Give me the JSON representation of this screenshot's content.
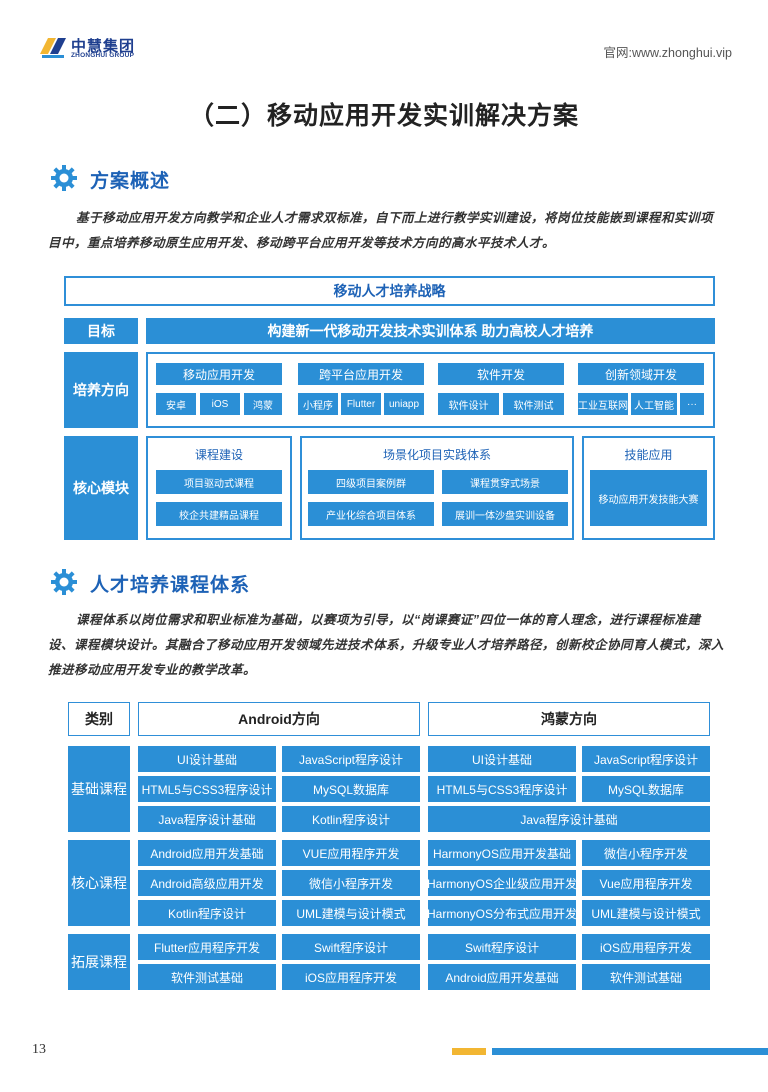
{
  "header": {
    "logo_cn": "中慧集团",
    "logo_en": "ZHONGHUI GROUP",
    "site": "官网:www.zhonghui.vip"
  },
  "title": "（二）移动应用开发实训解决方案",
  "section1": {
    "heading": "方案概述",
    "paragraph": "基于移动应用开发方向教学和企业人才需求双标准，自下而上进行教学实训建设，将岗位技能嵌到课程和实训项目中，重点培养移动原生应用开发、移动跨平台应用开发等技术方向的高水平技术人才。"
  },
  "strategy": {
    "title": "移动人才培养战略",
    "goal_label": "目标",
    "goal_text": "构建新一代移动开发技术实训体系 助力高校人才培养",
    "direction_label": "培养方向",
    "directions": [
      {
        "name": "移动应用开发",
        "items": [
          "安卓",
          "iOS",
          "鸿蒙"
        ]
      },
      {
        "name": "跨平台应用开发",
        "items": [
          "小程序",
          "Flutter",
          "uniapp"
        ]
      },
      {
        "name": "软件开发",
        "items": [
          "软件设计",
          "软件测试"
        ]
      },
      {
        "name": "创新领域开发",
        "items": [
          "工业互联网",
          "人工智能",
          "···"
        ]
      }
    ],
    "core_label": "核心模块",
    "modules": {
      "course": {
        "name": "课程建设",
        "items": [
          "项目驱动式课程",
          "校企共建精品课程"
        ]
      },
      "scene": {
        "name": "场景化项目实践体系",
        "items": [
          "四级项目案例群",
          "课程贯穿式场景",
          "产业化综合项目体系",
          "展训一体沙盘实训设备"
        ]
      },
      "skill": {
        "name": "技能应用",
        "items": [
          "移动应用开发技能大赛"
        ]
      }
    }
  },
  "section2": {
    "heading": "人才培养课程体系",
    "paragraph": "课程体系以岗位需求和职业标准为基础，以赛项为引导，以“岗课赛证”四位一体的育人理念，进行课程标准建设、课程模块设计。其融合了移动应用开发领域先进技术体系，升级专业人才培养路径，创新校企协同育人模式，深入推进移动应用开发专业的教学改革。"
  },
  "curriculum": {
    "head_category": "类别",
    "head_android": "Android方向",
    "head_harmony": "鸿蒙方向",
    "rows": [
      {
        "label": "基础课程",
        "android": [
          [
            "UI设计基础",
            "JavaScript程序设计"
          ],
          [
            "HTML5与CSS3程序设计",
            "MySQL数据库"
          ],
          [
            "Java程序设计基础",
            "Kotlin程序设计"
          ]
        ],
        "harmony": [
          [
            "UI设计基础",
            "JavaScript程序设计"
          ],
          [
            "HTML5与CSS3程序设计",
            "MySQL数据库"
          ],
          [
            "Java程序设计基础"
          ]
        ]
      },
      {
        "label": "核心课程",
        "android": [
          [
            "Android应用开发基础",
            "VUE应用程序开发"
          ],
          [
            "Android高级应用开发",
            "微信小程序开发"
          ],
          [
            "Kotlin程序设计",
            "UML建模与设计模式"
          ]
        ],
        "harmony": [
          [
            "HarmonyOS应用开发基础",
            "微信小程序开发"
          ],
          [
            "HarmonyOS企业级应用开发",
            "Vue应用程序开发"
          ],
          [
            "HarmonyOS分布式应用开发",
            "UML建模与设计模式"
          ]
        ]
      },
      {
        "label": "拓展课程",
        "android": [
          [
            "Flutter应用程序开发",
            "Swift程序设计"
          ],
          [
            "软件测试基础",
            "iOS应用程序开发"
          ]
        ],
        "harmony": [
          [
            "Swift程序设计",
            "iOS应用程序开发"
          ],
          [
            "Android应用开发基础",
            "软件测试基础"
          ]
        ]
      }
    ]
  },
  "footer": {
    "page": "13"
  },
  "colors": {
    "accent": "#2b8fd6",
    "heading": "#1d62b6",
    "yellow": "#f2b632"
  }
}
